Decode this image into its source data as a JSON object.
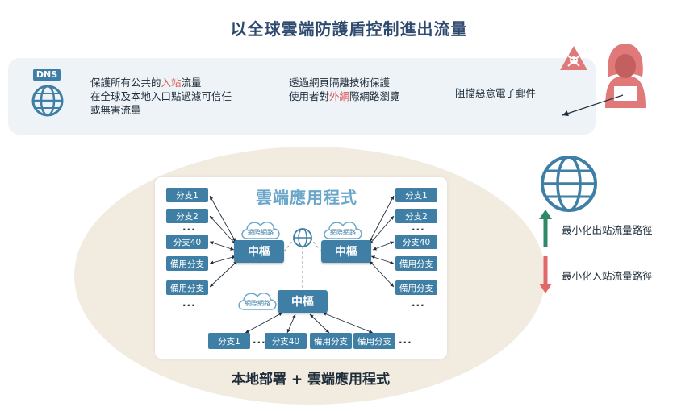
{
  "title": "以全球雲端防護盾控制進出流量",
  "top_band": {
    "dns_label": "DNS",
    "feature1_line1_pre": "保護所有公共的",
    "feature1_line1_hl": "入站",
    "feature1_line1_post": "流量",
    "feature1_line2": "在全球及本地入口點過濾可信任",
    "feature1_line3": "或無害流量",
    "feature2_line1": "透過網頁隔離技術保護",
    "feature2_line2_pre": "使用者對",
    "feature2_line2_hl": "外網",
    "feature2_line2_post": "際網路瀏覽",
    "feature3": "阻擋惡意電子郵件"
  },
  "diagram": {
    "title": "雲端應用程式",
    "hub_label": "中樞",
    "cloud_label": "網際網路",
    "left_branches": [
      "分支1",
      "分支2",
      "分支40",
      "備用分支",
      "備用分支"
    ],
    "right_branches": [
      "分支1",
      "分支2",
      "分支40",
      "備用分支",
      "備用分支"
    ],
    "bottom_branches": [
      "分支1",
      "分支40",
      "備用分支",
      "備用分支"
    ],
    "ellipsis": "..."
  },
  "bottom_caption": "本地部署 + 雲端應用程式",
  "side": {
    "outbound_label": "最小化出站流量路徑",
    "inbound_label": "最小化入站流量路徑"
  },
  "colors": {
    "title": "#2f4a6f",
    "node": "#3f7fa5",
    "highlight": "#e05a5a",
    "up_arrow": "#2e8a66",
    "down_arrow": "#e06a6a",
    "hacker": "#e07a7a"
  }
}
